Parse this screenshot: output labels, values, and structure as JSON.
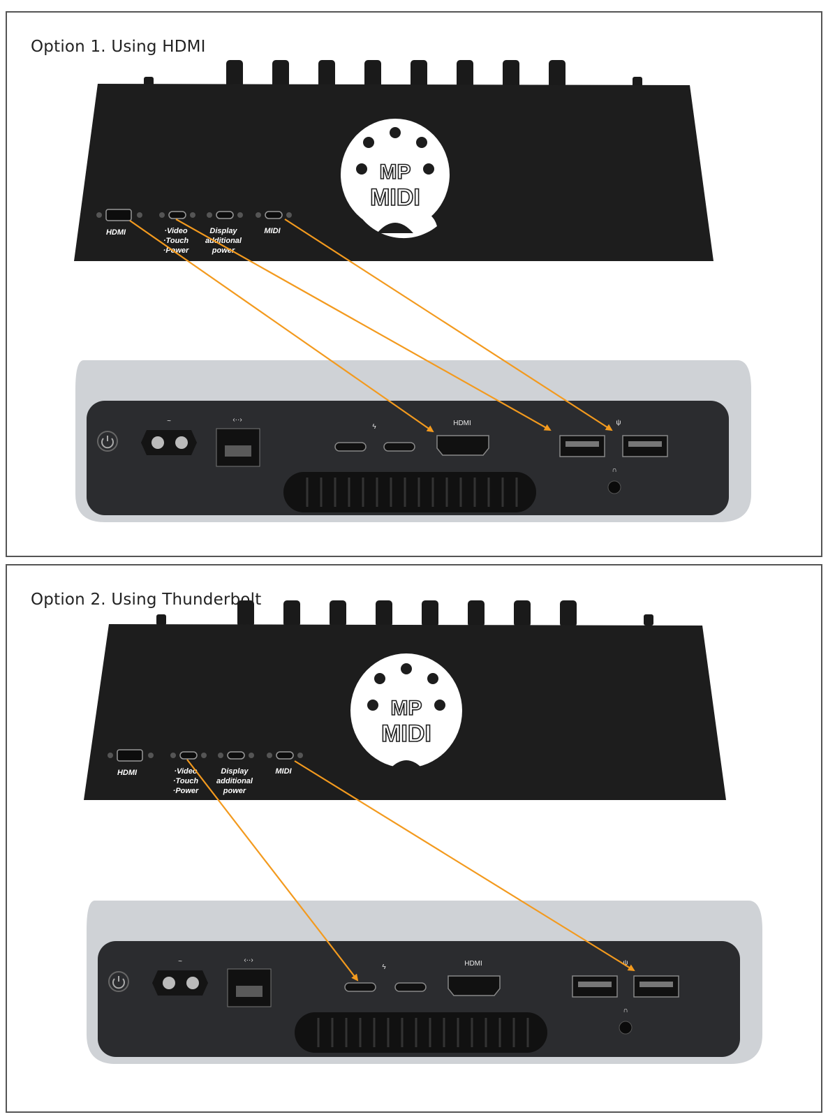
{
  "options": [
    {
      "title": "Option 1. Using HDMI",
      "controller": {
        "port_labels": {
          "hdmi": "HDMI",
          "usbc1": [
            "·Video",
            "·Touch",
            "·Power"
          ],
          "usbc2": [
            "Display",
            "additional",
            "power"
          ],
          "midi": "MIDI"
        },
        "logo_top": "MP",
        "logo_bottom": "MIDI"
      },
      "computer": {
        "hdmi_label": "HDMI"
      },
      "connections": [
        {
          "from": "HDMI",
          "to": "HDMI"
        },
        {
          "from": "Video/Touch/Power",
          "to": "USB-A 1"
        },
        {
          "from": "MIDI",
          "to": "USB-A 2"
        }
      ]
    },
    {
      "title": "Option 2. Using Thunderbolt",
      "controller": {
        "port_labels": {
          "hdmi": "HDMI",
          "usbc1": [
            "·Video",
            "·Touch",
            "·Power"
          ],
          "usbc2": [
            "Display",
            "additional",
            "power"
          ],
          "midi": "MIDI"
        },
        "logo_top": "MP",
        "logo_bottom": "MIDI"
      },
      "computer": {
        "hdmi_label": "HDMI"
      },
      "connections": [
        {
          "from": "Video/Touch/Power",
          "to": "Thunderbolt 1"
        },
        {
          "from": "MIDI",
          "to": "USB-A 2"
        }
      ]
    }
  ],
  "colors": {
    "arrow": "#f39a1e",
    "controller_body": "#1d1d1d",
    "computer_shell": "#cfd2d6",
    "computer_panel": "#2b2c2f"
  },
  "icons": [
    "power-icon",
    "ac-power-icon",
    "ethernet-icon",
    "thunderbolt-icon",
    "usb-icon",
    "headphones-icon"
  ]
}
